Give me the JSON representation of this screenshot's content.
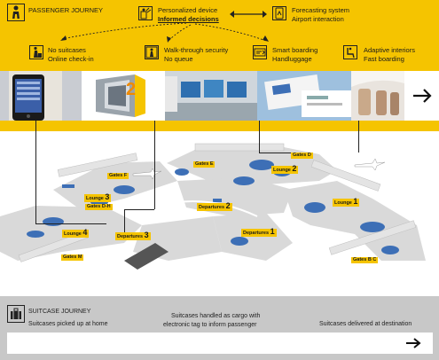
{
  "passenger": {
    "title": "PASSENGER JOURNEY",
    "personalized_device": "Personalized device",
    "informed_decisions": "Informed decisions",
    "forecasting_system": "Forecasting system",
    "airport_interaction": "Airport interaction",
    "no_suitcases": "No suitcases",
    "online_checkin": "Online check-in",
    "walk_through": "Walk-through security",
    "no_queue": "No queue",
    "smart_boarding": "Smart boarding",
    "handluggage": "Handluggage",
    "adaptive_interiors": "Adaptive interiors",
    "fast_boarding": "Fast boarding",
    "photo_number": "2"
  },
  "map": {
    "gates_f": "Gates F",
    "gates_e": "Gates E",
    "gates_d": "Gates D",
    "lounge_2": "Lounge",
    "lounge_2_num": "2",
    "lounge_3": "Lounge",
    "lounge_3_num": "3",
    "gates_dh": "Gates D-H",
    "lounge_4": "Lounge",
    "lounge_4_num": "4",
    "departures_2": "Departures",
    "departures_2_num": "2",
    "departures_3": "Departures",
    "departures_3_num": "3",
    "departures_1": "Departures",
    "departures_1_num": "1",
    "lounge_1": "Lounge",
    "lounge_1_num": "1",
    "gates_m": "Gates M",
    "gates_bc": "Gates B C"
  },
  "suitcase": {
    "title": "SUITCASE JOURNEY",
    "picked_up": "Suitcases picked up at home",
    "handled_line1": "Suitcases handled as cargo with",
    "handled_line2": "electronic tag to inform passenger",
    "delivered": "Suitcases delivered at destination"
  },
  "colors": {
    "yellow": "#f5c400",
    "map_grey": "#d9d9d9",
    "map_blue": "#3d6fb6",
    "band_grey": "#c8c8c8"
  }
}
